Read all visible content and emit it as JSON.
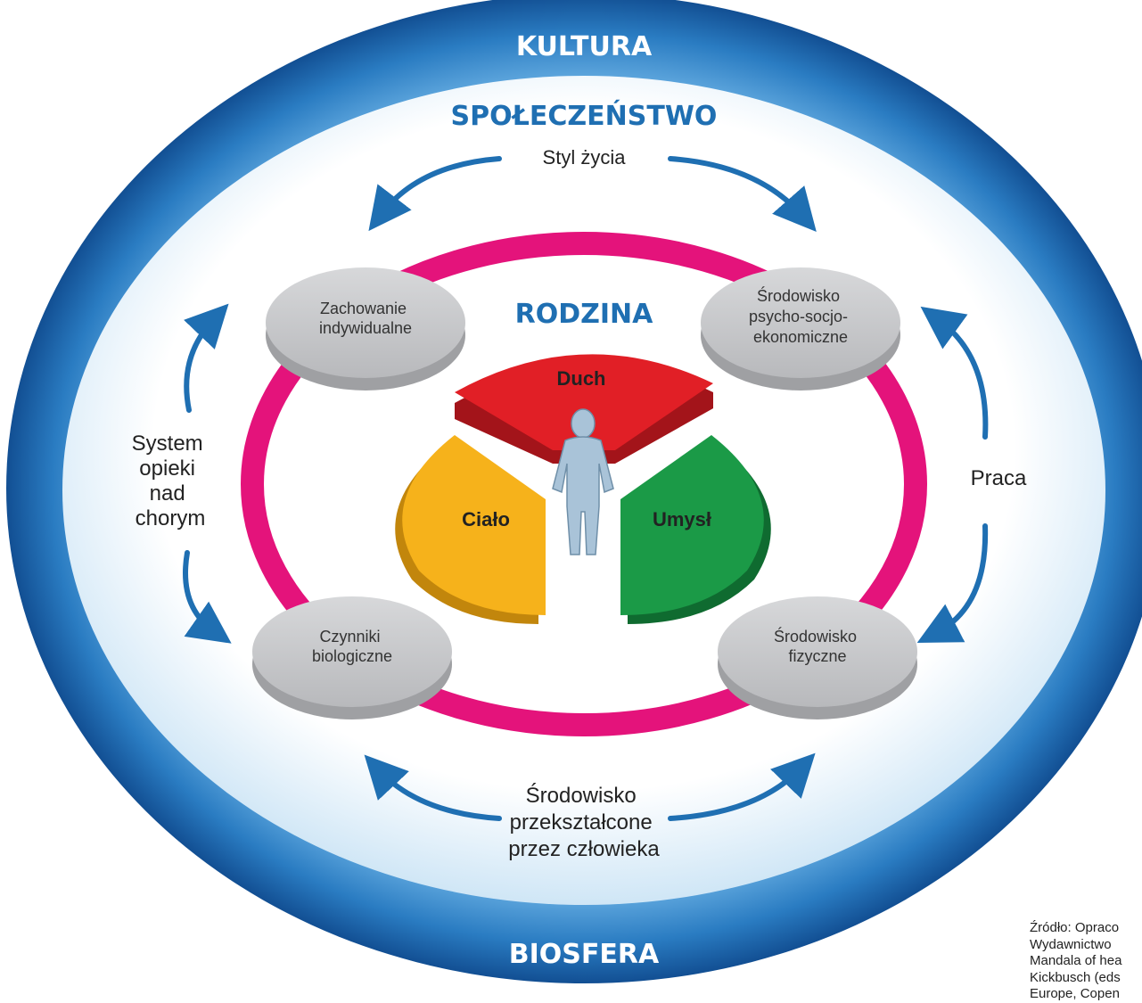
{
  "diagram": {
    "outer_ring_top": "KULTURA",
    "outer_ring_bottom": "BIOSFERA",
    "society": "SPOŁECZEŃSTWO",
    "family": "RODZINA",
    "flows": {
      "top": "Styl życia",
      "left": [
        "System",
        "opieki",
        "nad",
        "chorym"
      ],
      "right": "Praca",
      "bottom": [
        "Środowisko",
        "przekształcone",
        "przez człowieka"
      ]
    },
    "nodes": {
      "top_left": [
        "Zachowanie",
        "indywidualne"
      ],
      "top_right": [
        "Środowisko",
        "psycho-socjo-",
        "ekonomiczne"
      ],
      "bottom_left": [
        "Czynniki",
        "biologiczne"
      ],
      "bottom_right": [
        "Środowisko",
        "fizyczne"
      ]
    },
    "segments": {
      "spirit": "Duch",
      "body": "Ciało",
      "mind": "Umysł"
    },
    "colors": {
      "outer_ring": "#1d6db6",
      "society_band": "#d6ecf8",
      "family_ring": "#e4137b",
      "node": "#c9cacc",
      "spirit": "#e11f26",
      "body": "#f6b21b",
      "mind": "#1b9a47",
      "figure": "#a9c3d8",
      "arrow": "#1f6fb2"
    }
  },
  "source_note": [
    "Źródło: Opraco",
    "Wydawnictwo",
    "Mandala of hea",
    "Kickbusch (eds",
    "Europe, Copen"
  ]
}
